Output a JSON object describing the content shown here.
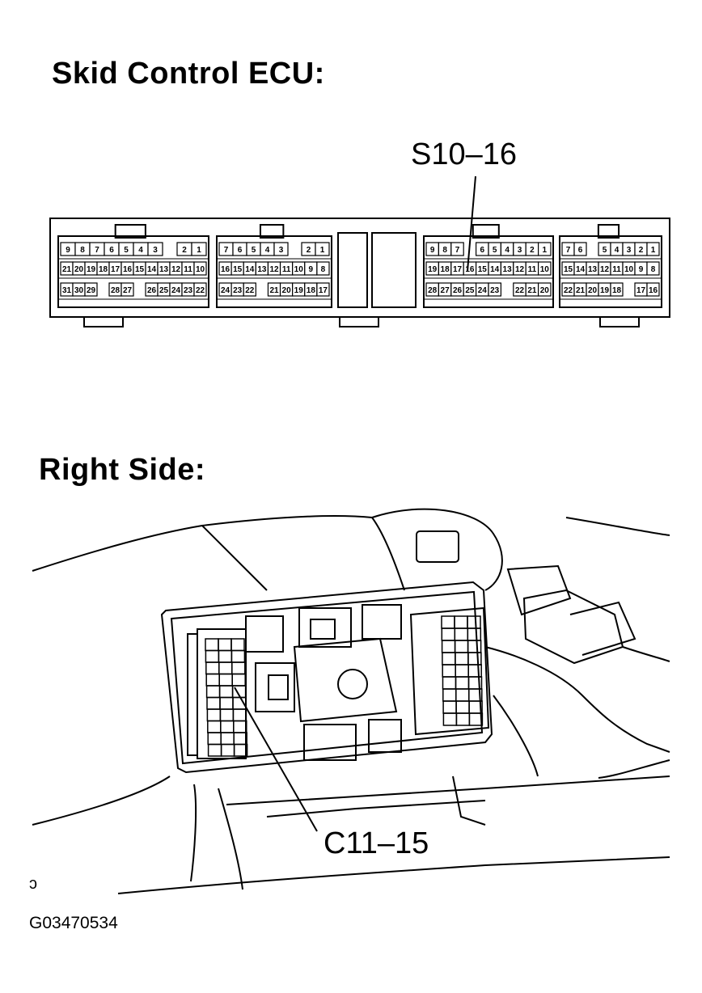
{
  "section_ecu": {
    "title": "Skid Control ECU:"
  },
  "section_right": {
    "title": "Right Side:"
  },
  "callouts": {
    "ecu_pin": "S10–16",
    "right_pin": "C11–15"
  },
  "figure_id": "G03470534",
  "corner_mark": "ɔ",
  "connectors": [
    {
      "rows": [
        [
          "9",
          "8",
          "7",
          "6",
          "5",
          "4",
          "3",
          "",
          "2",
          "1"
        ],
        [
          "21",
          "20",
          "19",
          "18",
          "17",
          "16",
          "15",
          "14",
          "13",
          "12",
          "11",
          "10"
        ],
        [
          "31",
          "30",
          "29",
          "",
          "28",
          "27",
          "",
          "26",
          "25",
          "24",
          "23",
          "22"
        ]
      ]
    },
    {
      "rows": [
        [
          "7",
          "6",
          "5",
          "4",
          "3",
          "",
          "2",
          "1"
        ],
        [
          "16",
          "15",
          "14",
          "13",
          "12",
          "11",
          "10",
          "9",
          "8"
        ],
        [
          "24",
          "23",
          "22",
          "",
          "21",
          "20",
          "19",
          "18",
          "17"
        ]
      ]
    },
    {
      "rows": [
        [
          "9",
          "8",
          "7",
          "",
          "6",
          "5",
          "4",
          "3",
          "2",
          "1"
        ],
        [
          "19",
          "18",
          "17",
          "16",
          "15",
          "14",
          "13",
          "12",
          "11",
          "10"
        ],
        [
          "28",
          "27",
          "26",
          "25",
          "24",
          "23",
          "",
          "22",
          "21",
          "20"
        ]
      ]
    },
    {
      "rows": [
        [
          "7",
          "6",
          "",
          "5",
          "4",
          "3",
          "2",
          "1"
        ],
        [
          "15",
          "14",
          "13",
          "12",
          "11",
          "10",
          "9",
          "8"
        ],
        [
          "22",
          "21",
          "20",
          "19",
          "18",
          "",
          "17",
          "16"
        ]
      ]
    }
  ]
}
